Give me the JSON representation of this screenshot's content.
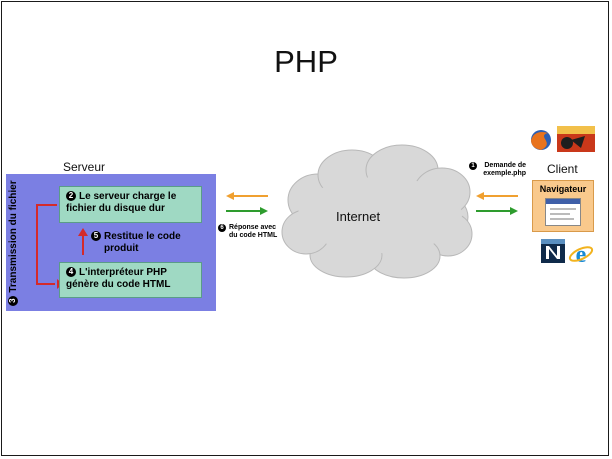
{
  "slide": {
    "title": "PHP"
  },
  "server": {
    "label": "Serveur",
    "step2": {
      "num": "2",
      "text": "Le serveur charge le fichier du disque dur"
    },
    "step4": {
      "num": "4",
      "text": "L'interpréteur PHP génère du code HTML"
    },
    "step5": {
      "num": "5",
      "text": "Restitue le code produit"
    },
    "step3": {
      "num": "3",
      "text": "Transmission du fichier"
    }
  },
  "network": {
    "internet_label": "Internet",
    "step6": {
      "num": "6",
      "text": "Réponse avec du code HTML"
    },
    "step1": {
      "num": "1",
      "text": "Demande de exemple.php"
    }
  },
  "client": {
    "label": "Client",
    "browser_label": "Navigateur"
  },
  "colors": {
    "server_panel": "#7b7fe3",
    "step_box": "#9fd9c3",
    "arrow_orange": "#f0a030",
    "arrow_green": "#2e9c2e",
    "arrow_red": "#d42a2a",
    "cloud": "#d8d8d8",
    "browser_box": "#f9c98c"
  },
  "icons": [
    "firefox-icon",
    "mozilla-icon",
    "netscape-icon",
    "internet-explorer-icon"
  ]
}
